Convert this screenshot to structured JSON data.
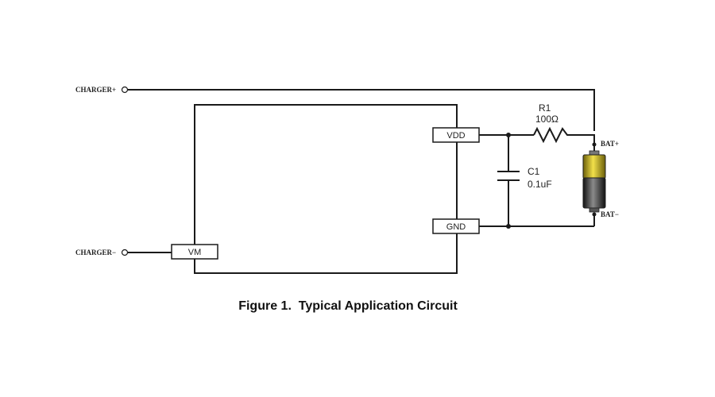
{
  "terminals": {
    "charger_plus": "CHARGER+",
    "charger_minus": "CHARGER−",
    "bat_plus": "BAT+",
    "bat_minus": "BAT−"
  },
  "pins": {
    "vdd": "VDD",
    "gnd": "GND",
    "vm": "VM"
  },
  "components": {
    "resistor": {
      "ref": "R1",
      "value": "100Ω"
    },
    "capacitor": {
      "ref": "C1",
      "value": "0.1uF"
    }
  },
  "caption": "Figure 1.  Typical Application Circuit",
  "colors": {
    "wire": "#1a1a1a",
    "battery_top": "#d9c21f",
    "battery_body": "#2a2a2a"
  }
}
